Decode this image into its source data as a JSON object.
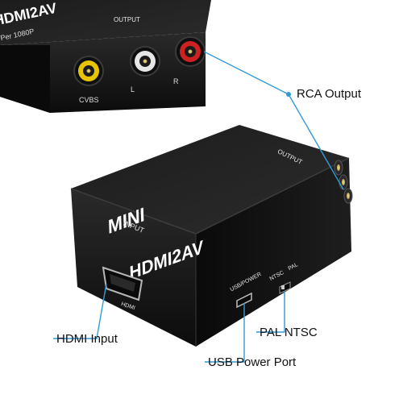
{
  "device_top": {
    "label_hdmi2av_partial": "HDMI2AV",
    "label_1080p_partial": "Per 1080P",
    "label_output": "OUTPUT",
    "label_cvbs": "CVBS",
    "label_l": "L",
    "label_r": "R"
  },
  "device_main": {
    "brand_mini": "MINI",
    "model": "HDMI2AV",
    "label_input": "INPUT",
    "label_output_side": "OUTPUT",
    "label_usb_power": "USB/POWER",
    "label_ntsc": "NTSC",
    "label_pal": "PAL",
    "label_hdmi_port": "HDMI"
  },
  "callouts": {
    "rca_output": "RCA Output",
    "hdmi_input": "HDMI Input",
    "pal_ntsc": "PAL NTSC",
    "usb_power_port": "USB Power Port"
  },
  "colors": {
    "callout_line": "#2f9bd6",
    "device_body": "#141414",
    "connector_yellow": "#e8c400",
    "connector_white": "#e6e6e6",
    "connector_red": "#cc2222"
  }
}
